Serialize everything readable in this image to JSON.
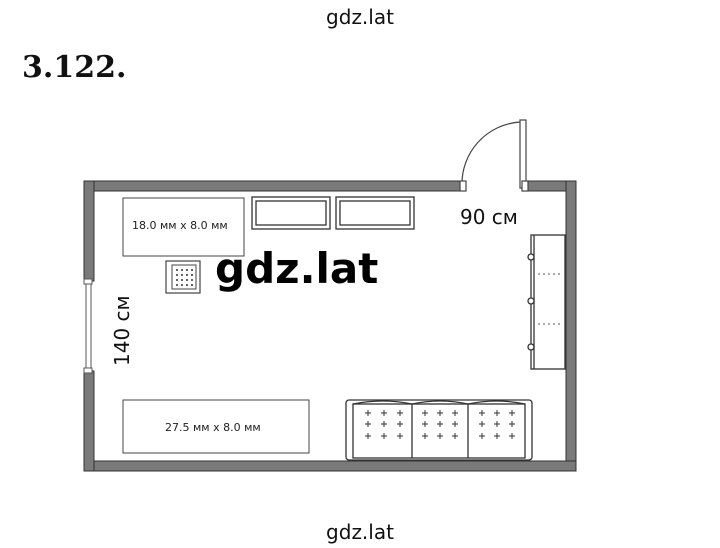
{
  "watermark_top": "gdz.lat",
  "watermark_center": "gdz.lat",
  "watermark_bottom": "gdz.lat",
  "problem_number": "3.122.",
  "plan": {
    "door_width_label": "90 см",
    "window_width_label": "140 см",
    "desk_label": "18.0 мм x 8.0 мм",
    "bed_label": "27.5 мм x 8.0 мм"
  }
}
